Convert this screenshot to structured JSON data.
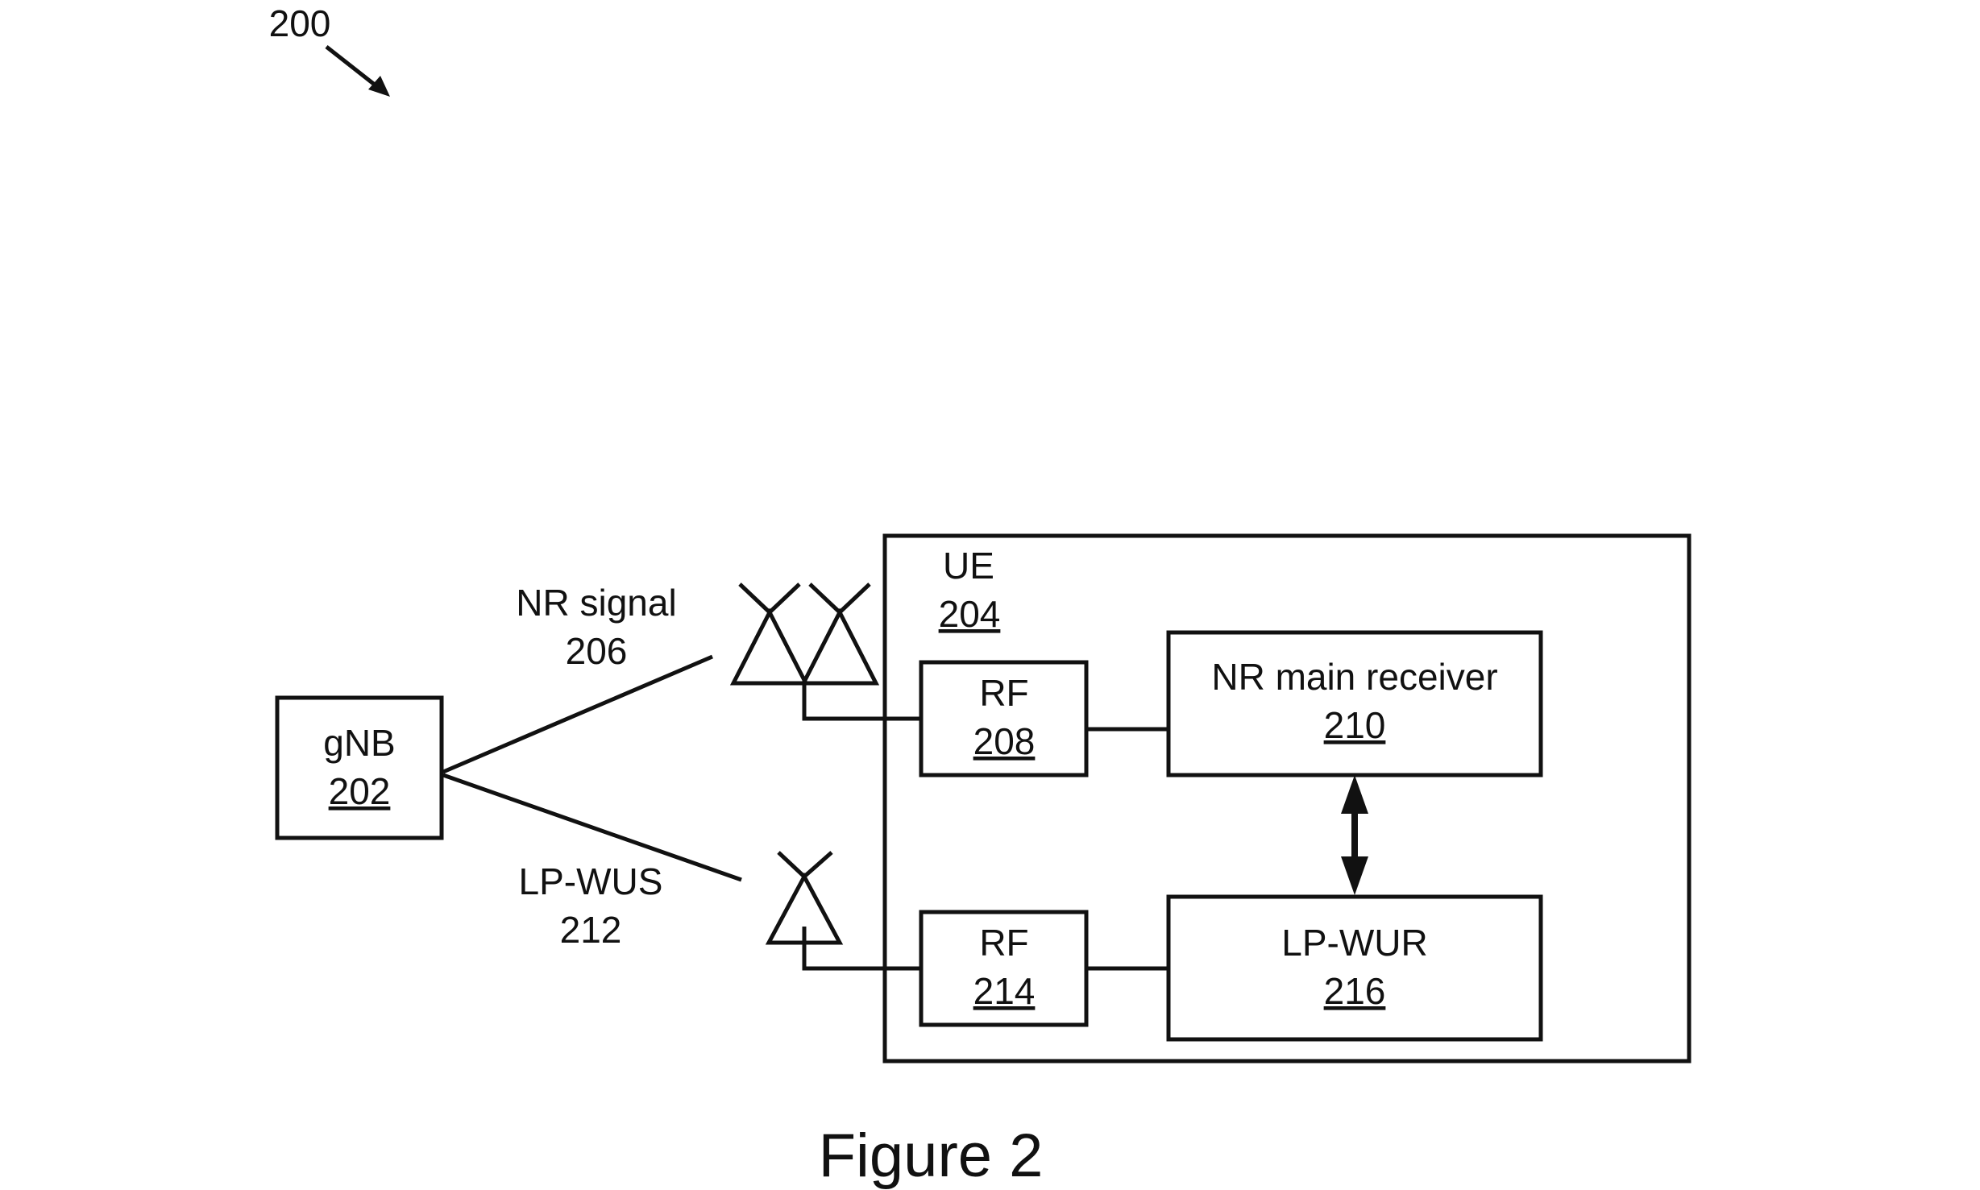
{
  "figure": {
    "ref": "200",
    "caption": "Figure 2"
  },
  "nodes": {
    "gnb": {
      "name": "gNB",
      "ref": "202"
    },
    "ue": {
      "name": "UE",
      "ref": "204"
    },
    "rf_top": {
      "name": "RF",
      "ref": "208"
    },
    "nr_main_receiver": {
      "name": "NR main receiver",
      "ref": "210"
    },
    "rf_bottom": {
      "name": "RF",
      "ref": "214"
    },
    "lp_wur": {
      "name": "LP-WUR",
      "ref": "216"
    }
  },
  "links": {
    "nr_signal": {
      "name": "NR signal",
      "ref": "206"
    },
    "lp_wus": {
      "name": "LP-WUS",
      "ref": "212"
    }
  },
  "colors": {
    "stroke": "#111111",
    "background": "#ffffff"
  }
}
